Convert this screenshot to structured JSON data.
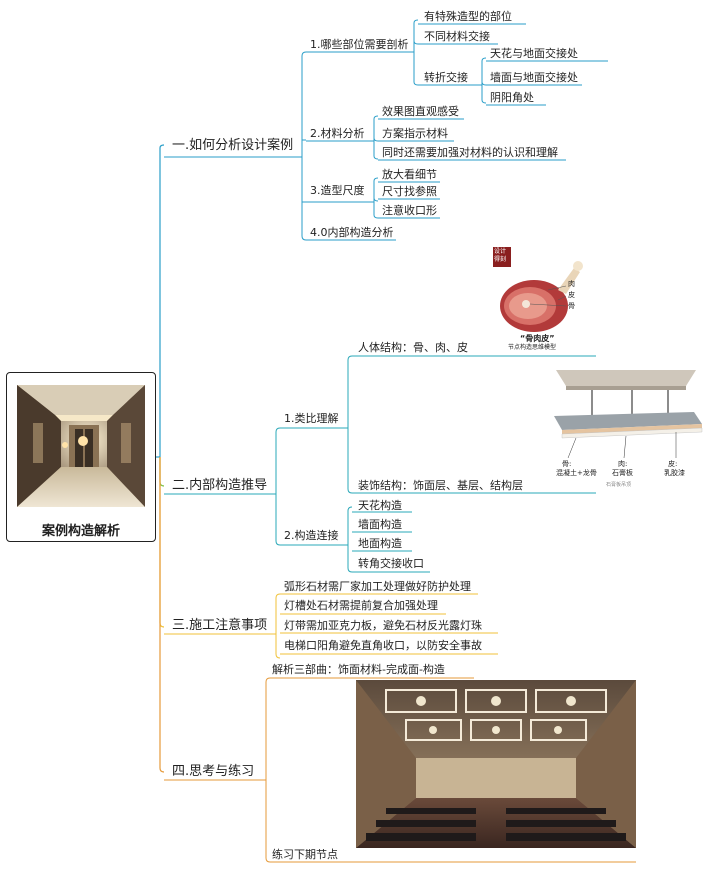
{
  "root": {
    "title": "案例构造解析"
  },
  "branches": {
    "b1": {
      "label": "一.如何分析设计案例",
      "s1": {
        "label": "1.哪些部位需要剖析",
        "items": [
          "有特殊造型的部位",
          "不同材料交接"
        ],
        "turn": {
          "label": "转折交接",
          "items": [
            "天花与地面交接处",
            "墙面与地面交接处",
            "阴阳角处"
          ]
        }
      },
      "s2": {
        "label": "2.材料分析",
        "items": [
          "效果图直观感受",
          "方案指示材料",
          "同时还需要加强对材料的认识和理解"
        ]
      },
      "s3": {
        "label": "3.造型尺度",
        "items": [
          "放大看细节",
          "尺寸找参照",
          "注意收口形"
        ]
      },
      "s4": {
        "label": "4.0内部构造分析"
      }
    },
    "b2": {
      "label": "二.内部构造推导",
      "s1": {
        "label": "1.类比理解",
        "body": "人体结构：骨、肉、皮",
        "deco": "装饰结构：饰面层、基层、结构层"
      },
      "s2": {
        "label": "2.构造连接",
        "items": [
          "天花构造",
          "墙面构造",
          "地面构造",
          "转角交接收口"
        ]
      }
    },
    "b3": {
      "label": "三.施工注意事项",
      "items": [
        "弧形石材需厂家加工处理做好防护处理",
        "灯槽处石材需提前复合加强处理",
        "灯带需加亚克力板，避免石材反光露灯珠",
        "电梯口阳角避免直角收口，以防安全事故"
      ]
    },
    "b4": {
      "label": "四.思考与练习",
      "s1": "解析三部曲：饰面材料-完成面-构造",
      "s2": "练习下期节点"
    }
  },
  "ham_image": {
    "badge_line1": "设计",
    "badge_line2": "得刻",
    "labels": [
      "肉",
      "皮",
      "骨"
    ],
    "caption": "“骨肉皮”",
    "subcaption": "节点构造思维模型"
  },
  "ceiling_image": {
    "labels": [
      {
        "head": "骨:",
        "text": "混凝土+龙骨"
      },
      {
        "head": "肉:",
        "text": "石膏板"
      },
      {
        "head": "皮:",
        "text": "乳胶漆"
      }
    ],
    "footnote": "石膏板吊顶"
  },
  "colors": {
    "blue": "#2a9ec8",
    "green": "#7cc043",
    "yellow": "#f0c23a",
    "orange": "#e59a3a"
  }
}
